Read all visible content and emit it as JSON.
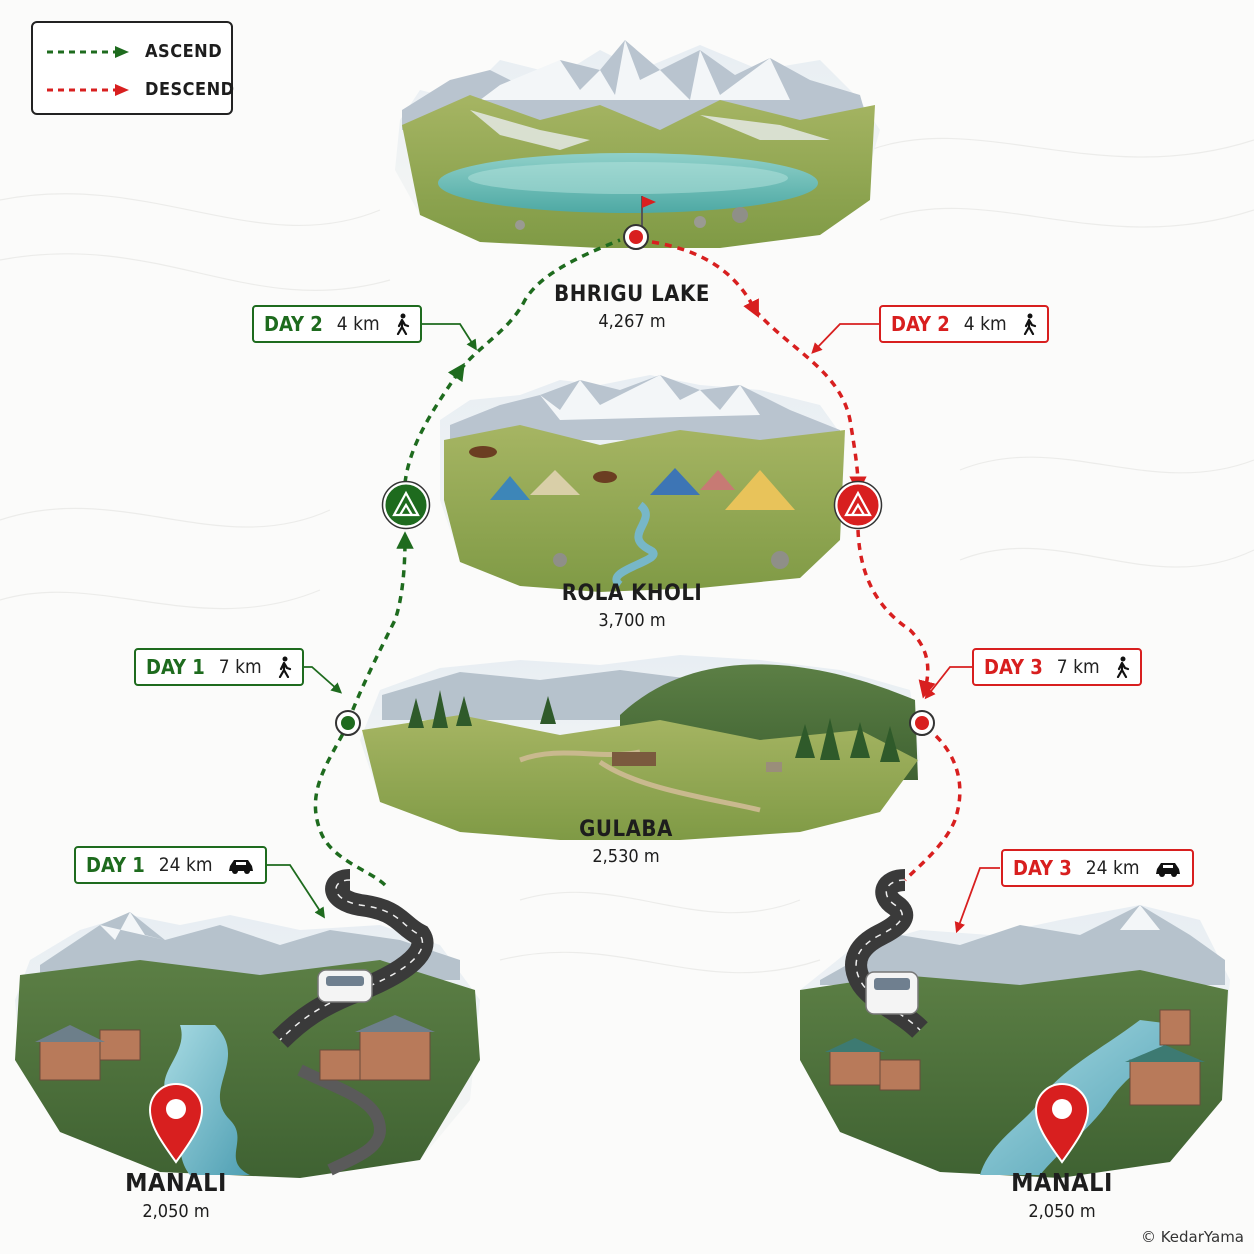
{
  "legend": {
    "ascend_label": "ASCEND",
    "descend_label": "DESCEND",
    "ascend_color": "#1e6b1e",
    "descend_color": "#d81f1f"
  },
  "locations": {
    "bhrigu": {
      "name": "BHRIGU LAKE",
      "altitude": "4,267 m",
      "marker": "red-flag-icon"
    },
    "rola": {
      "name": "ROLA KHOLI",
      "altitude": "3,700 m",
      "marker": "camp-tent-icon"
    },
    "gulaba": {
      "name": "GULABA",
      "altitude": "2,530 m",
      "marker": "waypoint-dot-icon"
    },
    "manali_start": {
      "name": "MANALI",
      "altitude": "2,050 m",
      "marker": "location-pin-icon"
    },
    "manali_end": {
      "name": "MANALI",
      "altitude": "2,050 m",
      "marker": "location-pin-icon"
    }
  },
  "segments": {
    "ascend_day1_drive": {
      "day": "DAY 1",
      "distance": "24 km",
      "mode": "car-icon"
    },
    "ascend_day1_trek": {
      "day": "DAY 1",
      "distance": "7 km",
      "mode": "hiker-icon"
    },
    "ascend_day2_trek": {
      "day": "DAY 2",
      "distance": "4 km",
      "mode": "hiker-icon"
    },
    "descend_day2_trek": {
      "day": "DAY 2",
      "distance": "4 km",
      "mode": "hiker-icon"
    },
    "descend_day3_trek": {
      "day": "DAY 3",
      "distance": "7 km",
      "mode": "hiker-icon"
    },
    "descend_day3_drive": {
      "day": "DAY 3",
      "distance": "24 km",
      "mode": "car-icon"
    }
  },
  "copyright": "© KedarYama"
}
